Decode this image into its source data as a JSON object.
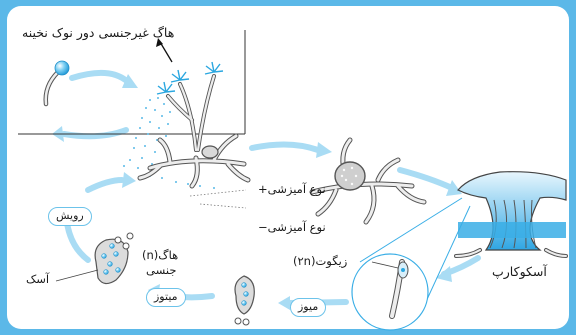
{
  "labels": {
    "hyphae_around_tip": "هاگ غیرجنسی دور نوک نخینه",
    "mating_type_plus": "نوع آمیزشی+",
    "mating_type_minus": "نوع آمیزشی−",
    "zygote": "زیگوت(۲n)",
    "ascocarp": "آسکوکارپ",
    "spore_line1": "هاگ(n)",
    "spore_line2": "جنسی",
    "ascus": "آسک"
  },
  "stages": {
    "germination": "رویش",
    "mitosis": "میتوز",
    "meiosis": "میوز"
  },
  "colors": {
    "frame_bg": "#5bb8e8",
    "arrow": "#a9dcf4",
    "pill_border": "#6cc3ea",
    "hypha_fill": "#ededed",
    "hypha_stroke": "#5a5a5a",
    "spore_blue": "#2aa7e0",
    "ascocarp_blue": "#3aaee6"
  }
}
